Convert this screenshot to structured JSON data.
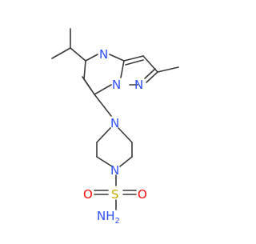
{
  "molecule": {
    "atoms": {
      "n_pyrimidine": "N",
      "n_bridge": "N",
      "n_pyrazole": "N",
      "n_piperazine_top": "N",
      "n_piperazine_bottom": "N",
      "sulfur": "S",
      "o_right": "O",
      "o_left": "O",
      "amine": "NH",
      "amine_sub": "2"
    },
    "colors": {
      "bond": "#3a3a3a",
      "nitrogen": "#3050F8",
      "sulfur": "#C8A800",
      "oxygen": "#FF0D0D"
    }
  }
}
